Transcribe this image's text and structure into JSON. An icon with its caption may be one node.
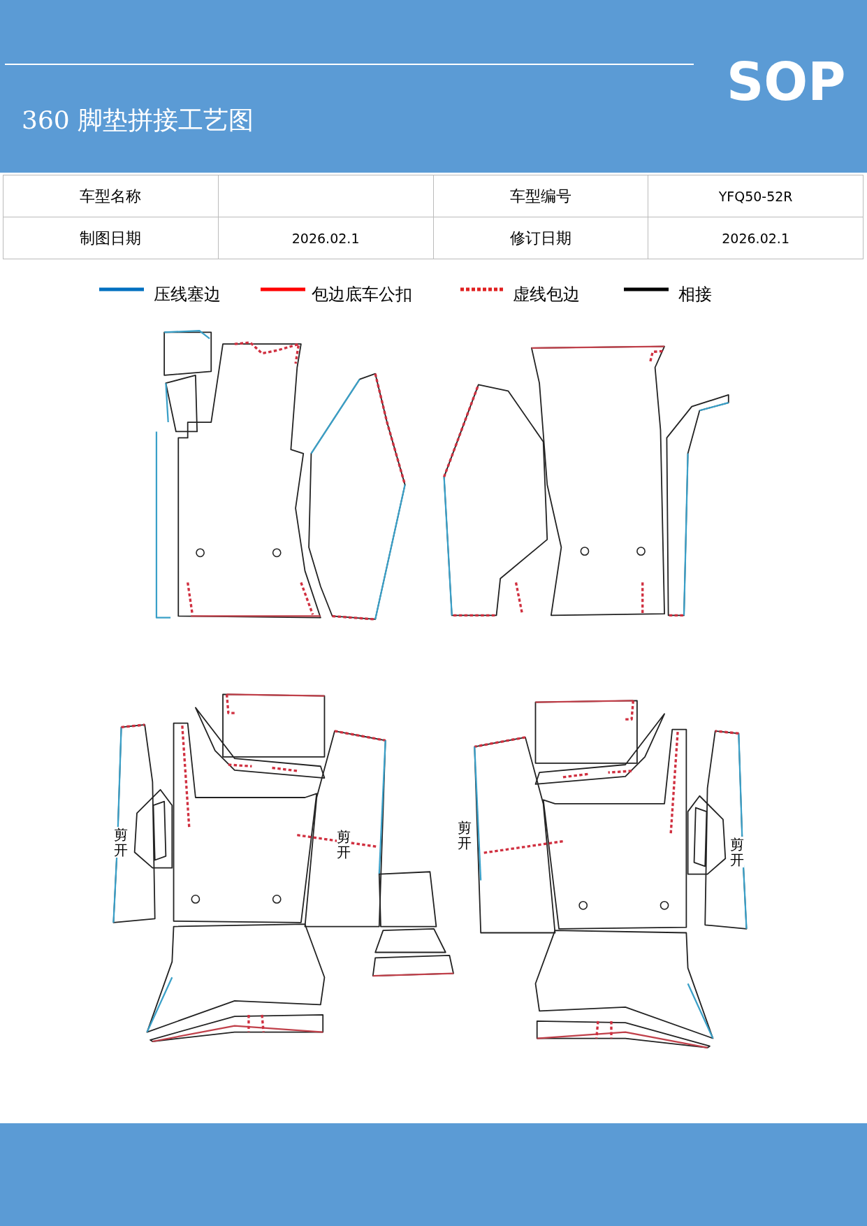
{
  "diagram": {
    "title": "360 脚垫拼接工艺图",
    "labels": [
      "SOP",
      "车型名称",
      "车型编号",
      "YFQ50-52R",
      "制图日期",
      "2026.02.1",
      "修订日期",
      "2026.02.1",
      "剪开",
      "剪开",
      "剪开",
      "剪开"
    ],
    "legend": [
      {
        "text": "压线塞边"
      },
      {
        "text": "包边底车公扣"
      },
      {
        "text": "虚线包边"
      },
      {
        "text": "相接"
      }
    ]
  }
}
